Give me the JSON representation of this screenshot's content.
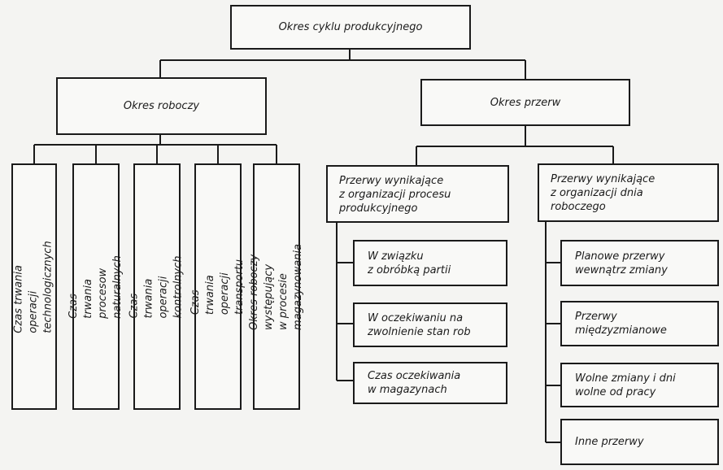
{
  "root": "Okres cyklu produkcyjnego",
  "working": {
    "title": "Okres roboczy",
    "items": [
      "Czas trwania operacji\ntechnologicznych",
      "Czas trwania procesow\nnaturalnych",
      "Czas trwania operacji\nkontrolnych",
      "Czas trwania operacji\ntransportu",
      "Okres roboczy występujący\nw procesie magazynowania"
    ]
  },
  "breaks": {
    "title": "Okres przerw",
    "process": {
      "title": "Przerwy wynikające\nz organizacji procesu\nprodukcyjnego",
      "items": [
        "W związku\nz obróbką partii",
        "W oczekiwaniu na\nzwolnienie stan rob",
        "Czas oczekiwania\nw magazynach"
      ]
    },
    "workday": {
      "title": "Przerwy wynikające\nz organizacji dnia\nroboczego",
      "items": [
        "Planowe przerwy\nwewnątrz zmiany",
        "Przerwy\nmiędzyzmianowe",
        "Wolne zmiany i dni\nwolne od pracy",
        "Inne przerwy"
      ]
    }
  }
}
